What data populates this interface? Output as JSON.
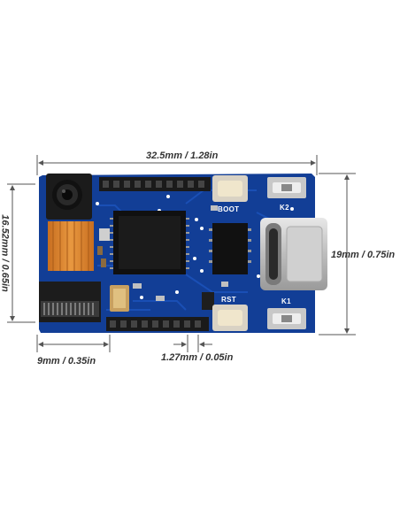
{
  "dimensions": {
    "width": "32.5mm / 1.28in",
    "height_left": "16.52mm / 0.65in",
    "height_right": "19mm / 0.75in",
    "camera_offset": "9mm / 0.35in",
    "pin_pitch": "1.27mm / 0.05in"
  },
  "board_labels": {
    "boot": "BOOT",
    "rst": "RST",
    "k1": "K1",
    "k2": "K2"
  },
  "colors": {
    "pcb": "#123e96",
    "pcb_trace": "#1a4fb5",
    "flex_cable": "#d9822b",
    "usb_metal": "#c8c8c8",
    "dimension_line": "#555555"
  }
}
